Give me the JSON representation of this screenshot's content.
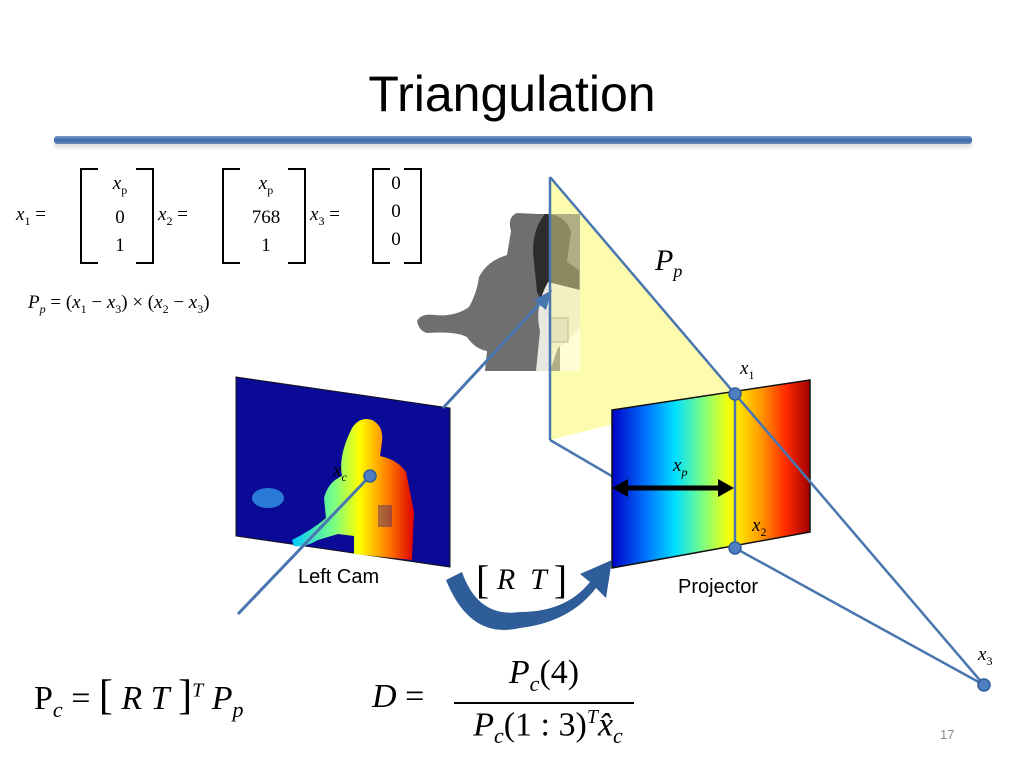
{
  "title": "Triangulation",
  "slide_number": "17",
  "equations": {
    "x1": {
      "lhs": "x",
      "sub": "1",
      "entries": [
        "x",
        "0",
        "1"
      ],
      "entry_sub": "p"
    },
    "x2": {
      "lhs": "x",
      "sub": "2",
      "entries": [
        "x",
        "768",
        "1"
      ],
      "entry_sub": "p"
    },
    "x3": {
      "lhs": "x",
      "sub": "3",
      "entries": [
        "0",
        "0",
        "0"
      ]
    },
    "plane": "P_p = (x_1 − x_3) × (x_2 − x_3)",
    "pc": "P_c = [ R T ]^T P_p",
    "depth_num": "P_c(4)",
    "depth_den": "P_c(1 : 3)^T x̂_c",
    "depth_lhs": "D ="
  },
  "labels": {
    "plane": "P",
    "plane_sub": "p",
    "x1": "x",
    "x1_sub": "1",
    "x2": "x",
    "x2_sub": "2",
    "x3": "x",
    "x3_sub": "3",
    "xp": "x",
    "xp_sub": "p",
    "xc": "x",
    "xc_sub": "c",
    "left_cam": "Left Cam",
    "projector": "Projector",
    "rt": "R  T"
  },
  "colors": {
    "rule": "#3e68a8",
    "plane_fill": "#fdfaa0",
    "line": "#4a76b0",
    "dot": "#4f7fc0",
    "arrow": "#2f5d9a",
    "depth_bg": "#0a0a96"
  }
}
